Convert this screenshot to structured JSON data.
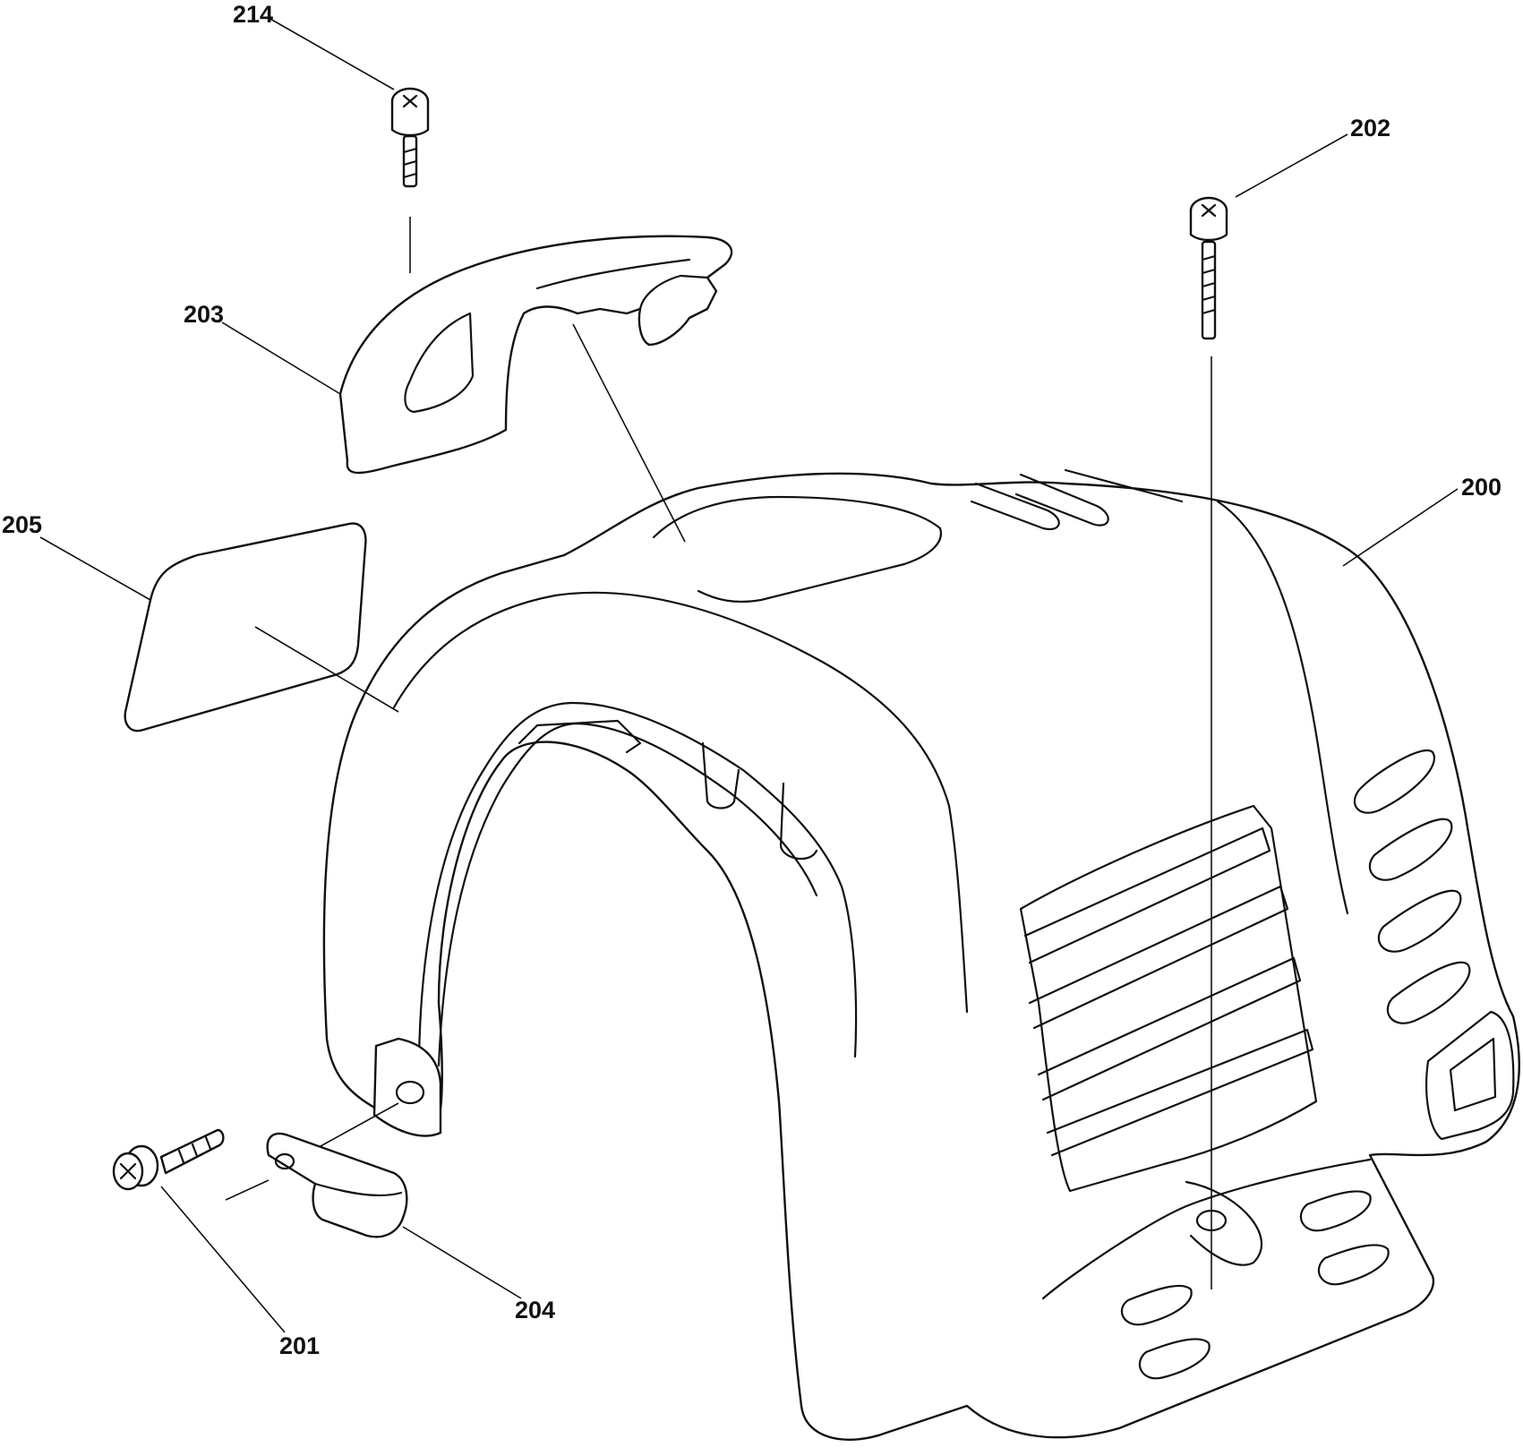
{
  "parts": [
    {
      "id": "p200",
      "number": "200"
    },
    {
      "id": "p201",
      "number": "201"
    },
    {
      "id": "p202",
      "number": "202"
    },
    {
      "id": "p203",
      "number": "203"
    },
    {
      "id": "p204",
      "number": "204"
    },
    {
      "id": "p205",
      "number": "205"
    },
    {
      "id": "p214",
      "number": "214"
    }
  ]
}
